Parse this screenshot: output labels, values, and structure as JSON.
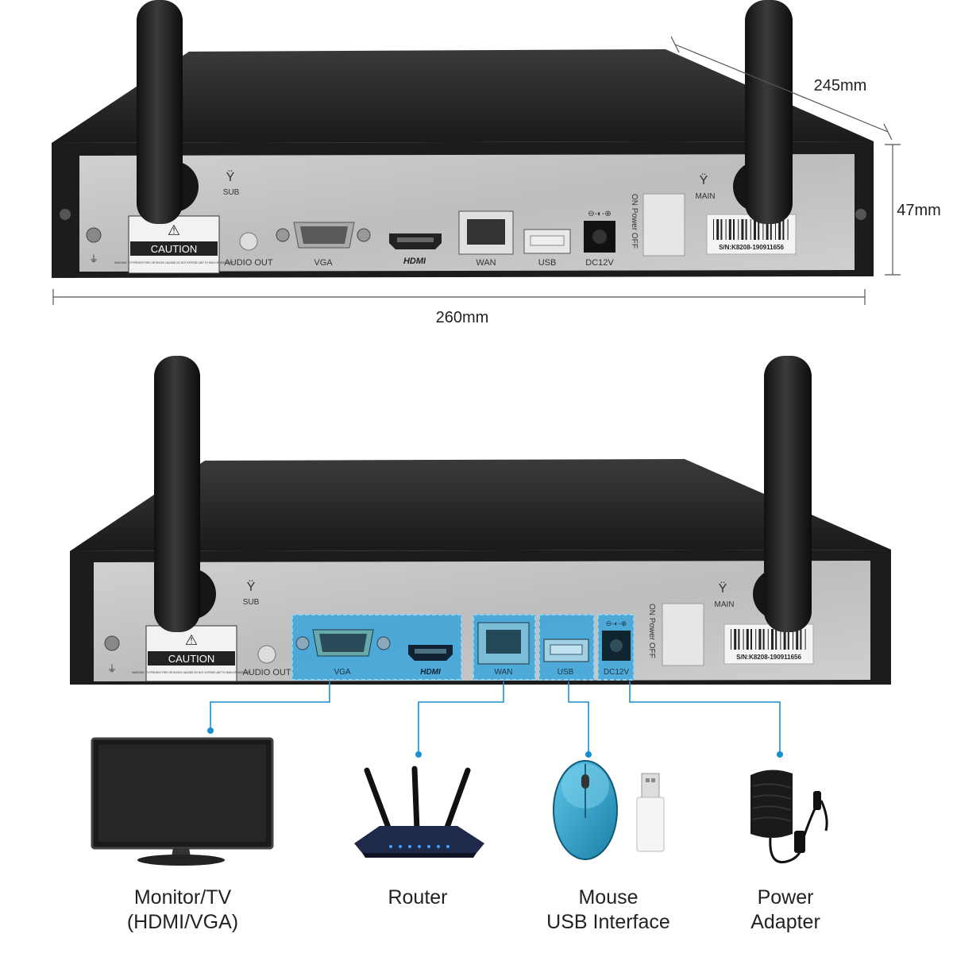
{
  "dimensions": {
    "depth": "245mm",
    "height": "47mm",
    "width": "260mm"
  },
  "panel": {
    "sub_label": "SUB",
    "main_label": "MAIN",
    "caution": "CAUTION",
    "caution_fine_print": "WARNING: TO PREVENT FIRE OR SHOCK HAZARD DO NOT EXPOSE UNIT TO RAIN OR MOISTURE",
    "audio_out": "AUDIO OUT",
    "vga": "VGA",
    "hdmi": "HDMI",
    "wan": "WAN",
    "usb": "USB",
    "dc": "DC12V",
    "power_switch": "ON Power OFF",
    "serial": "S/N:K8208-190911656"
  },
  "devices": [
    {
      "line1": "Monitor/TV",
      "line2": "(HDMI/VGA)",
      "icon": "monitor-icon"
    },
    {
      "line1": "Router",
      "line2": "",
      "icon": "router-icon"
    },
    {
      "line1": "Mouse",
      "line2": "USB Interface",
      "icon": "mouse-icon"
    },
    {
      "line1": "Power",
      "line2": "Adapter",
      "icon": "power-adapter-icon"
    }
  ],
  "colors": {
    "highlight": "#1ea0e0",
    "connector_line": "#1a8fd0",
    "chassis": "#1c1c1c",
    "panel": "#c4c4c4"
  }
}
